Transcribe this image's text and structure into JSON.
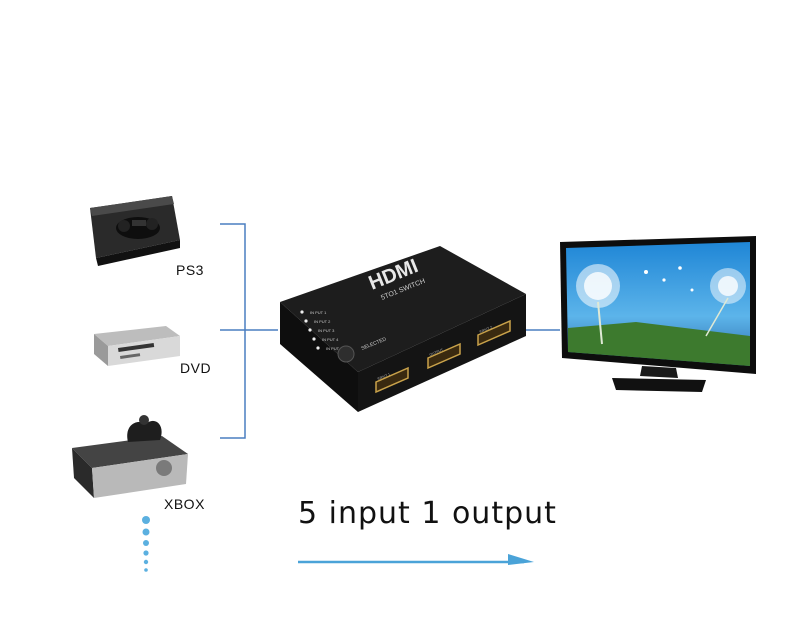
{
  "devices": [
    {
      "label": "PS3",
      "icon": "ps3-console-icon"
    },
    {
      "label": "DVD",
      "icon": "dvd-player-icon"
    },
    {
      "label": "XBOX",
      "icon": "xbox-console-icon"
    }
  ],
  "switch": {
    "logo": "HDMI",
    "model": "5TO1 SWITCH",
    "port_labels": [
      "INPUT 1",
      "OUTPUT",
      "INPUT 2"
    ],
    "led_labels": [
      "IN PUT 1",
      "IN PUT 2",
      "IN PUT 3",
      "IN PUT 4",
      "IN PUT 5"
    ],
    "button_label": "SELECTED"
  },
  "tagline": "5 input 1 output",
  "colors": {
    "connector": "#4a7fc0",
    "arrow": "#4aa3d8",
    "dots": "#5bb0e0",
    "switch_body": "#141414"
  }
}
